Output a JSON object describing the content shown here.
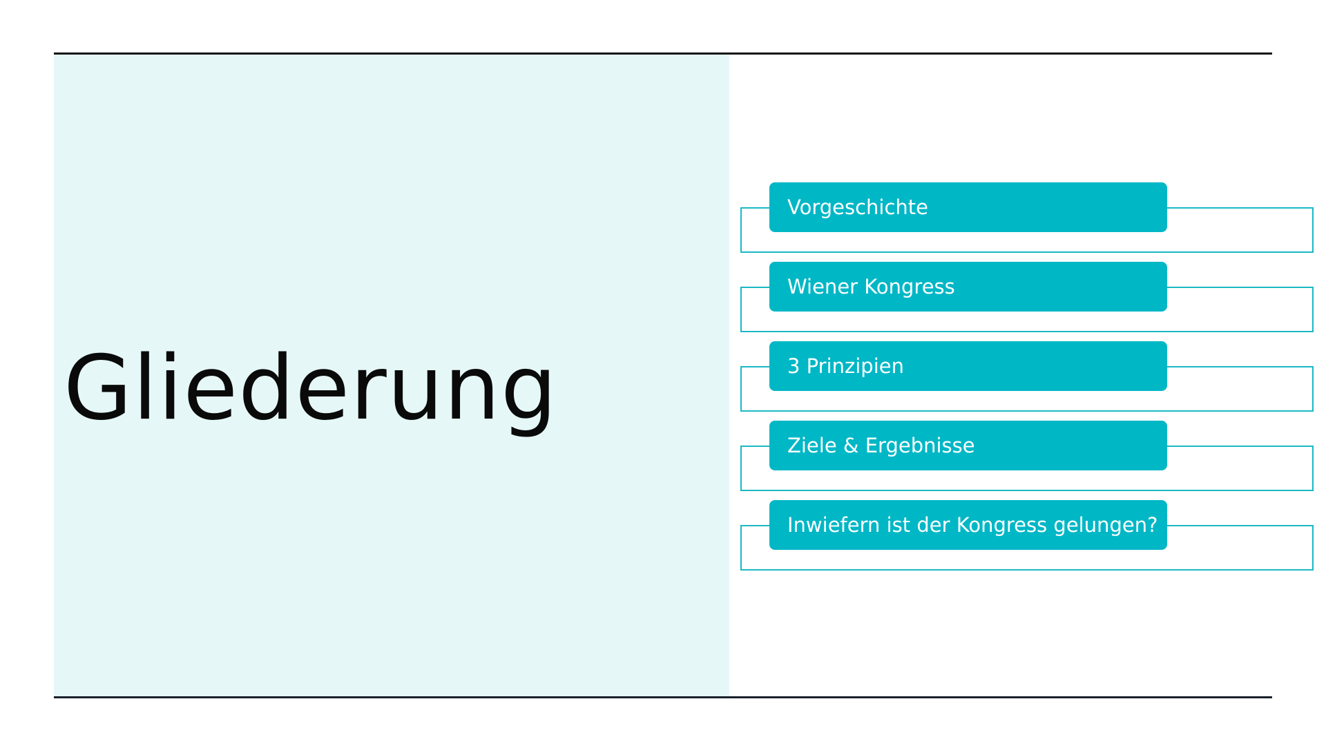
{
  "slide": {
    "title": "Gliederung",
    "accent_color": "#00b7c6",
    "panel_color": "#e6f7f7",
    "agenda": [
      {
        "label": "Vorgeschichte"
      },
      {
        "label": "Wiener Kongress"
      },
      {
        "label": "3 Prinzipien"
      },
      {
        "label": "Ziele & Ergebnisse"
      },
      {
        "label": "Inwiefern ist der Kongress gelungen?"
      }
    ]
  }
}
